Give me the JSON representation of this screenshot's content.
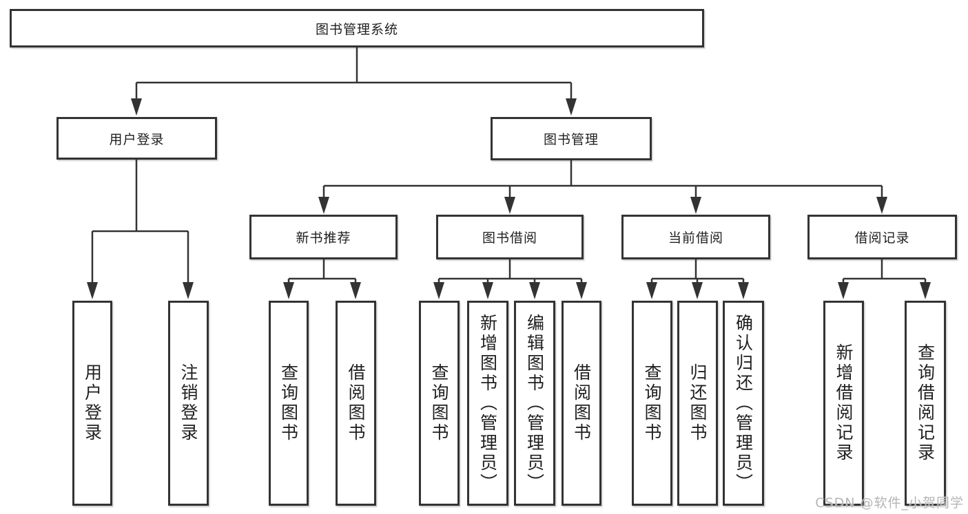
{
  "diagram": {
    "root": {
      "label": "图书管理系统"
    },
    "branches": [
      {
        "label": "用户登录",
        "children": [
          {
            "label": "用户登录"
          },
          {
            "label": "注销登录"
          }
        ]
      },
      {
        "label": "图书管理",
        "children": [
          {
            "label": "新书推荐",
            "children": [
              {
                "label": "查询图书"
              },
              {
                "label": "借阅图书"
              }
            ]
          },
          {
            "label": "图书借阅",
            "children": [
              {
                "label": "查询图书"
              },
              {
                "label": "新增图书（管理员）"
              },
              {
                "label": "编辑图书（管理员）"
              },
              {
                "label": "借阅图书"
              }
            ]
          },
          {
            "label": "当前借阅",
            "children": [
              {
                "label": "查询图书"
              },
              {
                "label": "归还图书"
              },
              {
                "label": "确认归还（管理员）"
              }
            ]
          },
          {
            "label": "借阅记录",
            "children": [
              {
                "label": "新增借阅记录"
              },
              {
                "label": "查询借阅记录"
              }
            ]
          }
        ]
      }
    ],
    "watermark": "CSDN @软件_小贺同学",
    "colors": {
      "line": "#333333",
      "text": "#1f1f1f",
      "watermark": "#b5b5b5",
      "background": "#ffffff"
    }
  }
}
